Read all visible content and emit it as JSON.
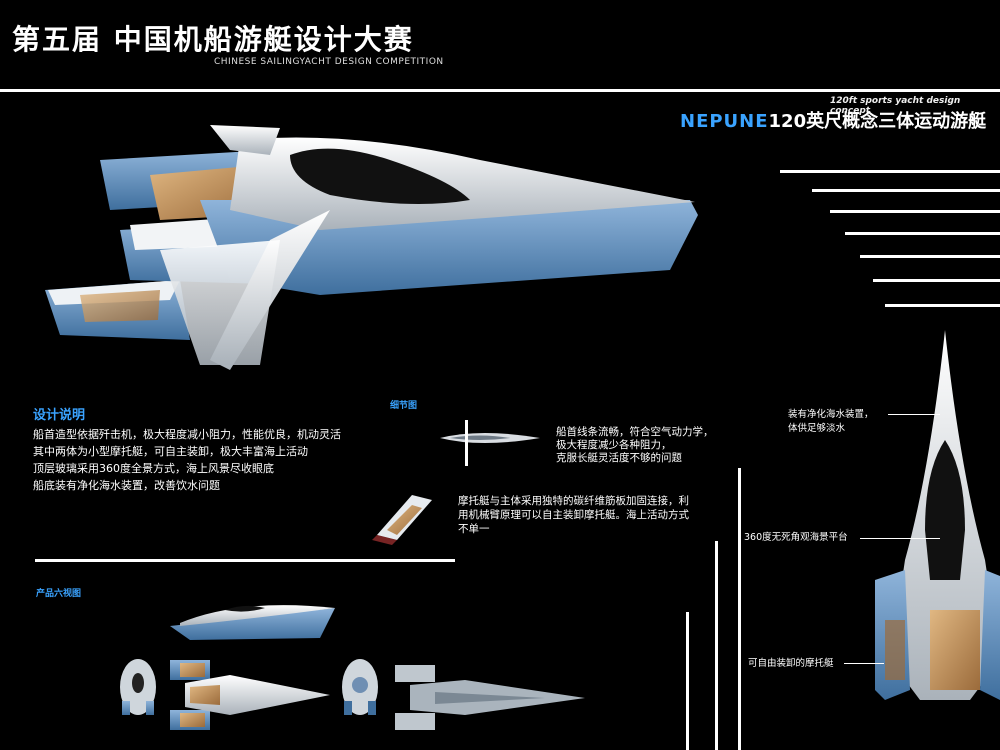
{
  "header": {
    "title_cn": "第五届  中国机船游艇设计大赛",
    "title_en": "CHINESE SAILINGYACHT DESIGN COMPETITION"
  },
  "concept": {
    "subtitle_en": "120ft sports yacht design concept",
    "name": "NEPUNE",
    "title_cn": "120英尺概念三体运动游艇"
  },
  "design_notes": {
    "heading": "设计说明",
    "lines": [
      "船首造型依据歼击机，极大程度减小阻力，性能优良，机动灵活",
      "其中两体为小型摩托艇，可自主装卸，极大丰富海上活动",
      "顶层玻璃采用360度全景方式，海上风景尽收眼底",
      "船底装有净化海水装置，改善饮水问题"
    ]
  },
  "detail": {
    "heading": "细节图",
    "bow_text": [
      "船首线条流畅，符合空气动力学，",
      "极大程度减少各种阻力，",
      "克服长艇灵活度不够的问题"
    ],
    "jetski_text": [
      "摩托艇与主体采用独特的碳纤维筋板加固连接，利",
      "用机械臂原理可以自主装卸摩托艇。海上活动方式",
      "不单一"
    ]
  },
  "views": {
    "heading": "产品六视图"
  },
  "callouts": {
    "purify": [
      "装有净化海水装置，",
      "体供足够淡水"
    ],
    "deck": "360度无死角观海景平台",
    "jetski": "可自由装卸的摩托艇"
  },
  "colors": {
    "accent": "#3aa3ff",
    "hull_blue": "#5b8fc2",
    "hull_white": "#e8ecef",
    "wood": "#c89a62"
  }
}
